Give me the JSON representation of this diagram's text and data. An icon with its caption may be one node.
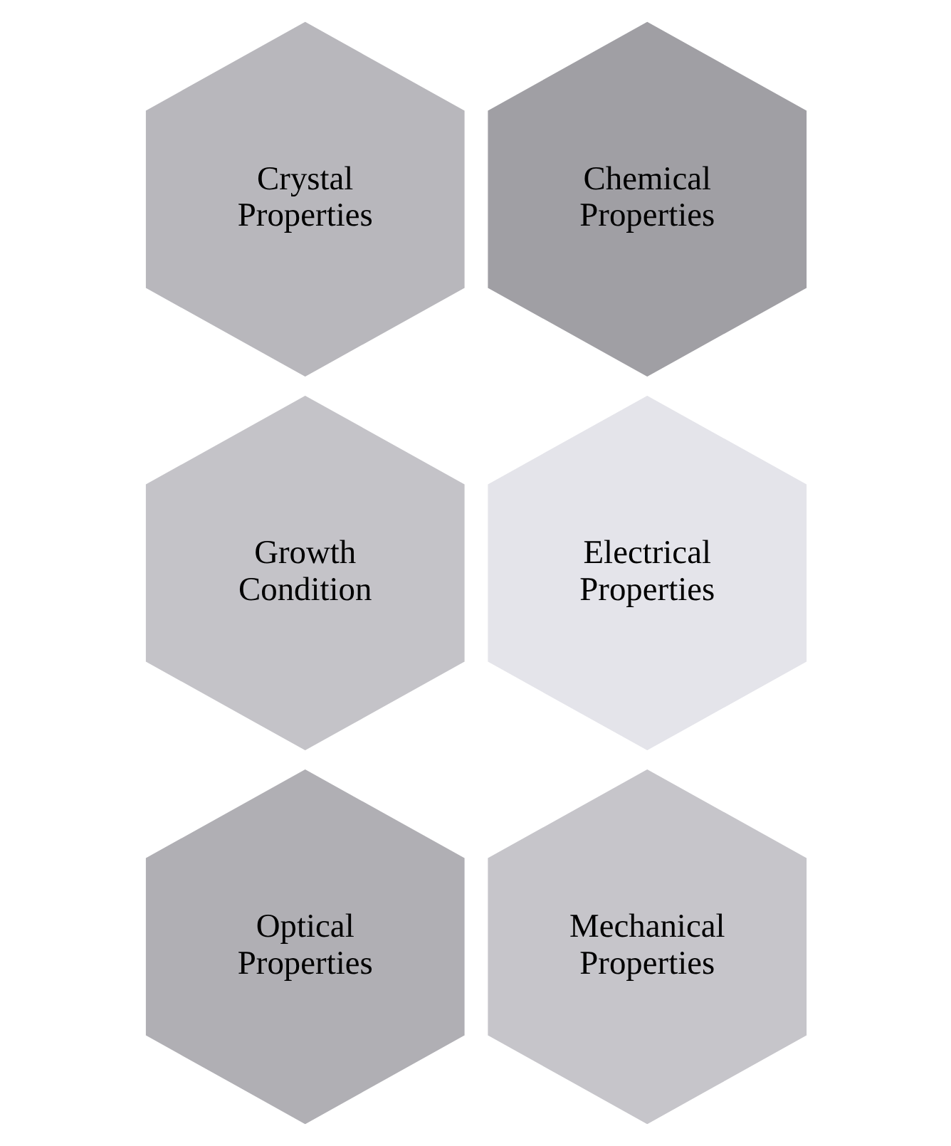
{
  "diagram": {
    "nodes": [
      {
        "text": [
          "Crystal Properties"
        ]
      },
      {
        "text": [
          "Chemical Properties"
        ]
      },
      {
        "text": [
          "Growth Condition"
        ]
      },
      {
        "text": [
          "Electrical Properties"
        ]
      },
      {
        "text": [
          "Optical Properties"
        ]
      },
      {
        "text": [
          "Mechanical Properties"
        ]
      }
    ]
  }
}
